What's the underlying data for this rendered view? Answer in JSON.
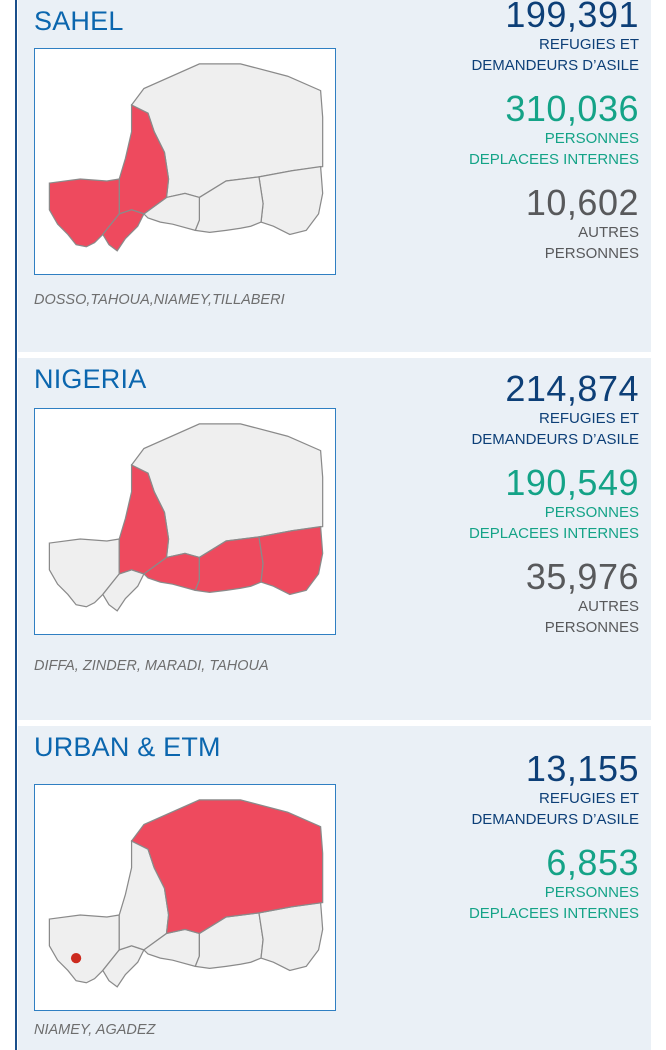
{
  "colors": {
    "title": "#0b66ae",
    "refugees": "#0d3f77",
    "idps": "#14a387",
    "others": "#58595b",
    "highlight": "#ee4a5e",
    "panel": "#eaf0f6"
  },
  "sections": [
    {
      "title": "SAHEL",
      "caption": "DOSSO,TAHOUA,NIAMEY,TILLABERI",
      "stats": [
        {
          "value": "199,391",
          "label_line1": "REFUGIES ET",
          "label_line2": "DEMANDEURS D’ASILE"
        },
        {
          "value": "310,036",
          "label_line1": "PERSONNES",
          "label_line2": "DEPLACEES INTERNES"
        },
        {
          "value": "10,602",
          "label_line1": "AUTRES",
          "label_line2": "PERSONNES"
        }
      ]
    },
    {
      "title": "NIGERIA",
      "caption": "DIFFA, ZINDER, MARADI, TAHOUA",
      "stats": [
        {
          "value": "214,874",
          "label_line1": "REFUGIES ET",
          "label_line2": "DEMANDEURS D’ASILE"
        },
        {
          "value": "190,549",
          "label_line1": "PERSONNES",
          "label_line2": "DEPLACEES INTERNES"
        },
        {
          "value": "35,976",
          "label_line1": "AUTRES",
          "label_line2": "PERSONNES"
        }
      ]
    },
    {
      "title": "URBAN & ETM",
      "caption": "NIAMEY, AGADEZ",
      "stats": [
        {
          "value": "13,155",
          "label_line1": "REFUGIES ET",
          "label_line2": "DEMANDEURS D’ASILE"
        },
        {
          "value": "6,853",
          "label_line1": "PERSONNES",
          "label_line2": "DEPLACEES INTERNES"
        }
      ]
    }
  ]
}
